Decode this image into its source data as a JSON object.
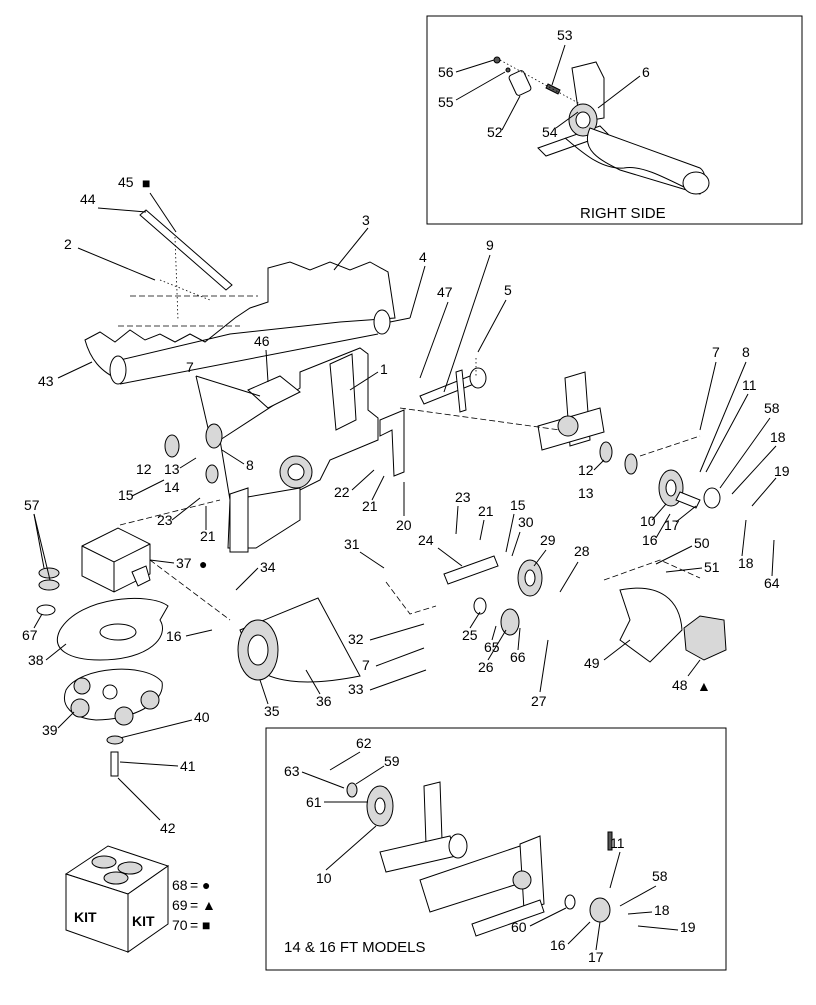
{
  "callouts": {
    "c2": "2",
    "c3": "3",
    "c4": "4",
    "c5": "5",
    "c7a": "7",
    "c7b": "7",
    "c7c": "7",
    "c8a": "8",
    "c8b": "8",
    "c9": "9",
    "c1": "1",
    "c11": "11",
    "c12a": "12",
    "c12b": "12",
    "c13a": "13",
    "c13b": "13",
    "c14": "14",
    "c15a": "15",
    "c15b": "15",
    "c16a": "16",
    "c16b": "16",
    "c17": "17",
    "c18a": "18",
    "c18b": "18",
    "c19": "19",
    "c10": "10",
    "c20": "20",
    "c21a": "21",
    "c21b": "21",
    "c21c": "21",
    "c22": "22",
    "c23a": "23",
    "c23b": "23",
    "c24": "24",
    "c25": "25",
    "c26": "26",
    "c27": "27",
    "c28": "28",
    "c29": "29",
    "c30": "30",
    "c31": "31",
    "c32": "32",
    "c33": "33",
    "c34": "34",
    "c35": "35",
    "c36": "36",
    "c37": "37",
    "c38": "38",
    "c39": "39",
    "c40": "40",
    "c41": "41",
    "c42": "42",
    "c43": "43",
    "c44": "44",
    "c45": "45",
    "c46": "46",
    "c47": "47",
    "c48": "48",
    "c49": "49",
    "c50": "50",
    "c51": "51",
    "c57": "57",
    "c58": "58",
    "c64": "64",
    "c65": "65",
    "c66": "66",
    "c67": "67"
  },
  "right_side": {
    "title": "RIGHT SIDE",
    "c53": "53",
    "c56": "56",
    "c55": "55",
    "c52": "52",
    "c54": "54",
    "c6": "6"
  },
  "ft_models": {
    "title": "14 & 16 FT MODELS",
    "c62": "62",
    "c59": "59",
    "c63": "63",
    "c61": "61",
    "c10": "10",
    "c11": "11",
    "c58": "58",
    "c18": "18",
    "c60": "60",
    "c19": "19",
    "c16": "16",
    "c17": "17"
  },
  "kit": {
    "box_text_1": "KIT",
    "box_text_2": "KIT",
    "legend": [
      {
        "number": "68",
        "symbol": "circle"
      },
      {
        "number": "69",
        "symbol": "triangle"
      },
      {
        "number": "70",
        "symbol": "square"
      }
    ]
  }
}
